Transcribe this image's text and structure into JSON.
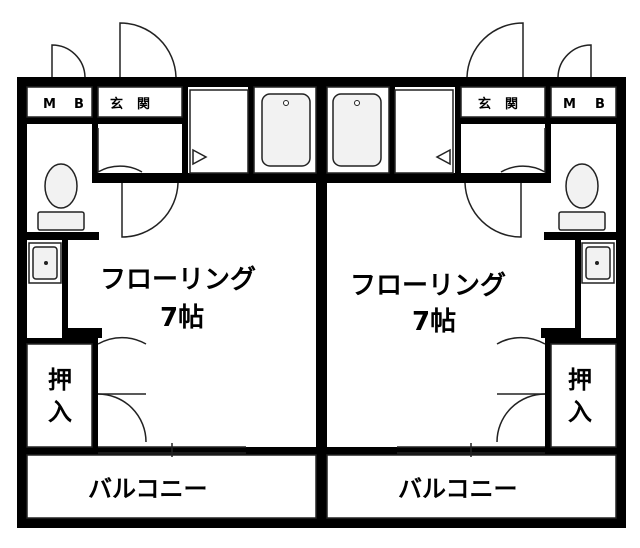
{
  "plan": {
    "units": [
      {
        "room_name": "フローリング",
        "room_size": "7帖",
        "entrance": "玄関",
        "mb": [
          "M",
          "B"
        ],
        "closet": [
          "押",
          "入"
        ],
        "balcony": "バルコニー"
      },
      {
        "room_name": "フローリング",
        "room_size": "7帖",
        "entrance": "玄関",
        "mb": [
          "M",
          "B"
        ],
        "closet": [
          "押",
          "入"
        ],
        "balcony": "バルコニー"
      }
    ],
    "colors": {
      "wall": "#000000",
      "line": "#222222",
      "background": "#ffffff",
      "fixture": "#f2f2f2"
    }
  }
}
